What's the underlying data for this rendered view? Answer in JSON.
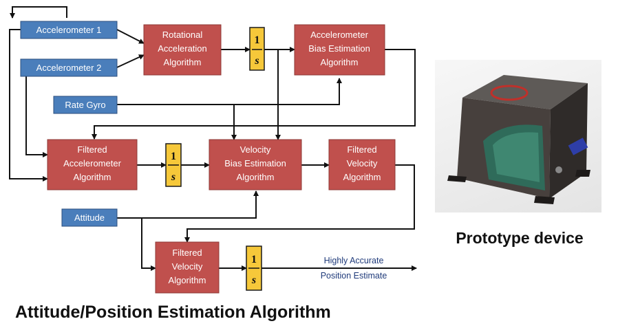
{
  "inputs": {
    "accel1": "Accelerometer 1",
    "accel2": "Accelerometer 2",
    "rate_gyro": "Rate Gyro",
    "attitude": "Attitude"
  },
  "blocks": {
    "rotational": [
      "Rotational",
      "Acceleration",
      "Algorithm"
    ],
    "accel_bias": [
      "Accelerometer",
      "Bias Estimation",
      "Algorithm"
    ],
    "filtered_accel": [
      "Filtered",
      "Accelerometer",
      "Algorithm"
    ],
    "velocity_bias": [
      "Velocity",
      "Bias Estimation",
      "Algorithm"
    ],
    "filtered_velocity_1": [
      "Filtered",
      "Velocity",
      "Algorithm"
    ],
    "filtered_velocity_2": [
      "Filtered",
      "Velocity",
      "Algorithm"
    ]
  },
  "integrator": {
    "numerator": "1",
    "denominator": "s"
  },
  "output_label": [
    "Highly Accurate",
    "Position Estimate"
  ],
  "photo_caption": "Prototype device",
  "main_caption": "Attitude/Position Estimation Algorithm",
  "colors": {
    "input_box": "#4a7ebb",
    "algorithm_box": "#c0504d",
    "integrator_box": "#f6c83a",
    "output_text": "#1f3a7a"
  }
}
